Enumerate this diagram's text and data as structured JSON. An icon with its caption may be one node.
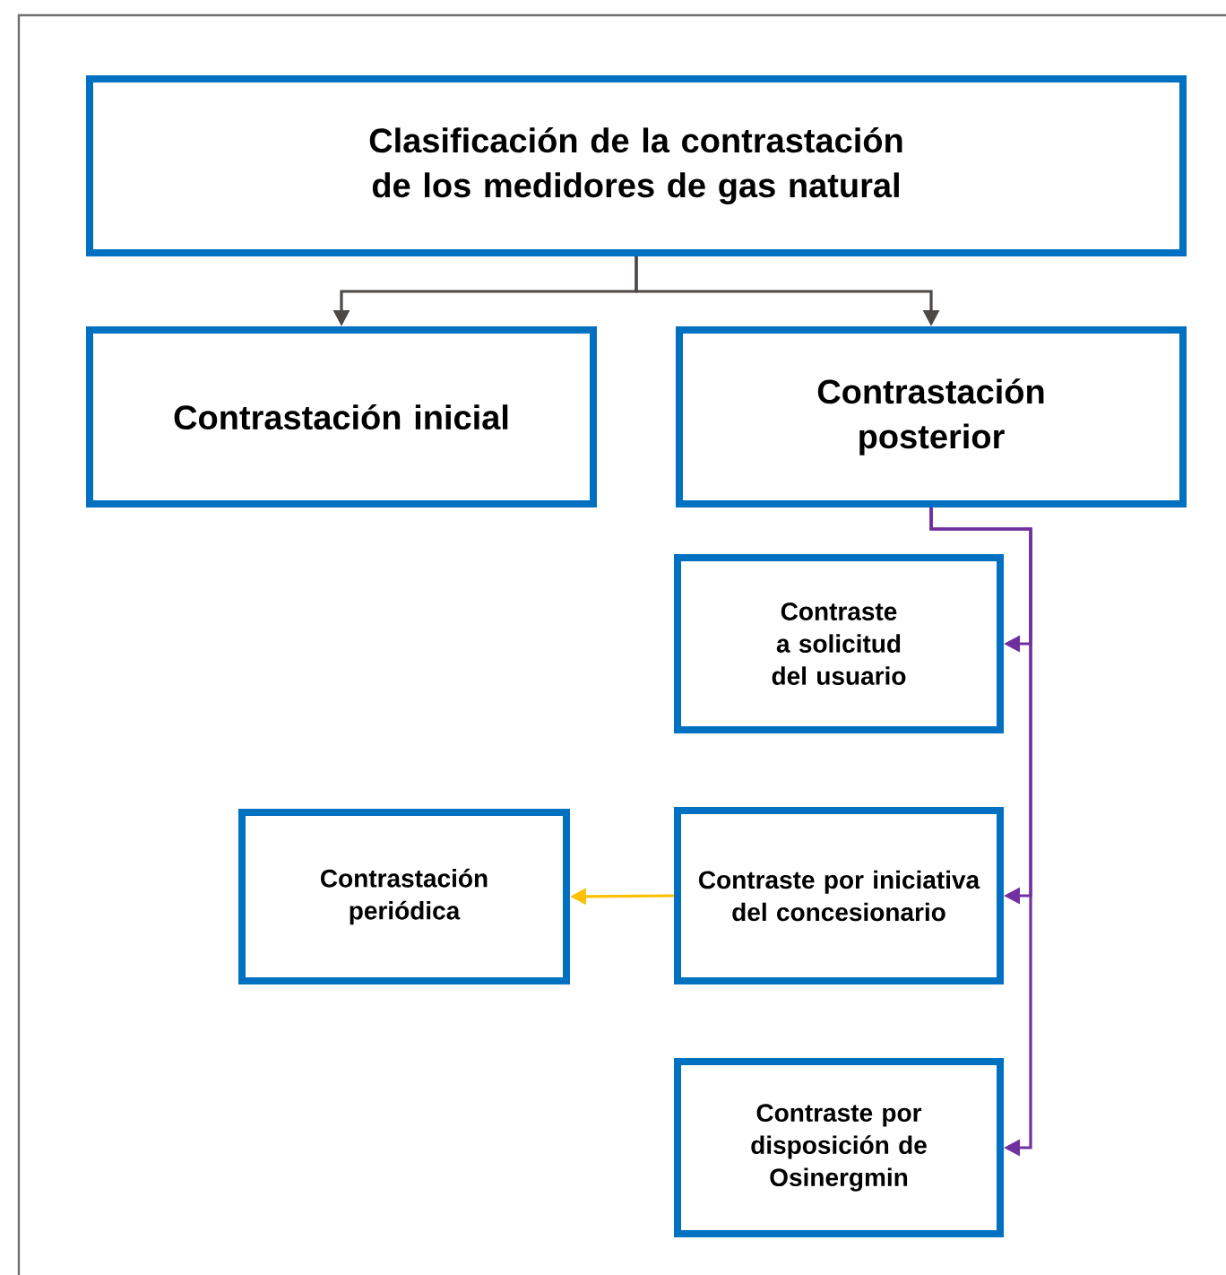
{
  "diagram": {
    "nodes": [
      {
        "text": [
          "Clasificación de la contrastación de los medidores de gas natural"
        ]
      },
      {
        "text": [
          "Contrastación inicial"
        ]
      },
      {
        "text": [
          "Contrastación posterior"
        ]
      },
      {
        "text": [
          "Contraste a solicitud del usuario"
        ]
      },
      {
        "text": [
          "Contraste por iniciativa del concesionario"
        ]
      },
      {
        "text": [
          "Contraste por disposición de Osinergmin"
        ]
      },
      {
        "text": [
          "Contrastación periódica"
        ]
      }
    ],
    "edges": [
      {
        "from": 0,
        "to": 1,
        "arrow": "to",
        "color": "#4d4845"
      },
      {
        "from": 0,
        "to": 2,
        "arrow": "to",
        "color": "#4d4845"
      },
      {
        "from": 2,
        "to": 3,
        "arrow": "to",
        "color": "#7030a0"
      },
      {
        "from": 2,
        "to": 4,
        "arrow": "to",
        "color": "#7030a0"
      },
      {
        "from": 2,
        "to": 5,
        "arrow": "to",
        "color": "#7030a0"
      },
      {
        "from": 4,
        "to": 6,
        "arrow": "to",
        "color": "#ffc000"
      }
    ]
  }
}
